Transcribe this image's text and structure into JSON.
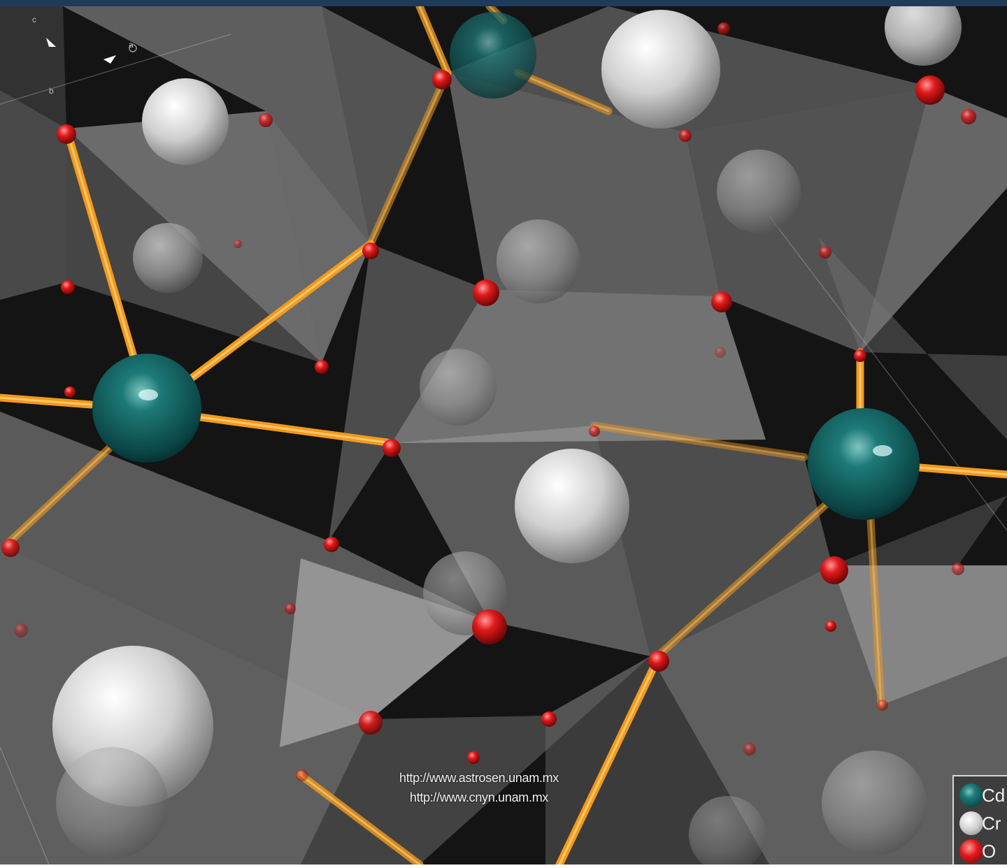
{
  "watermark": {
    "url_1": "http://www.astrosen.unam.mx",
    "url_2": "http://www.cnyn.unam.mx"
  },
  "legend": {
    "items": [
      {
        "label": "Cd",
        "color": "#0f5a5a"
      },
      {
        "label": "Cr",
        "color": "#e6e6e6"
      },
      {
        "label": "O",
        "color": "#d91919"
      }
    ]
  },
  "axes": {
    "labels": [
      "c",
      "a",
      "b"
    ]
  },
  "colors": {
    "background": "#141414",
    "cadmium": "#0f5a5a",
    "chromium": "#e6e6e6",
    "oxygen": "#d91919",
    "bond": "#f29a1e",
    "frame": "#1f3b5a"
  }
}
